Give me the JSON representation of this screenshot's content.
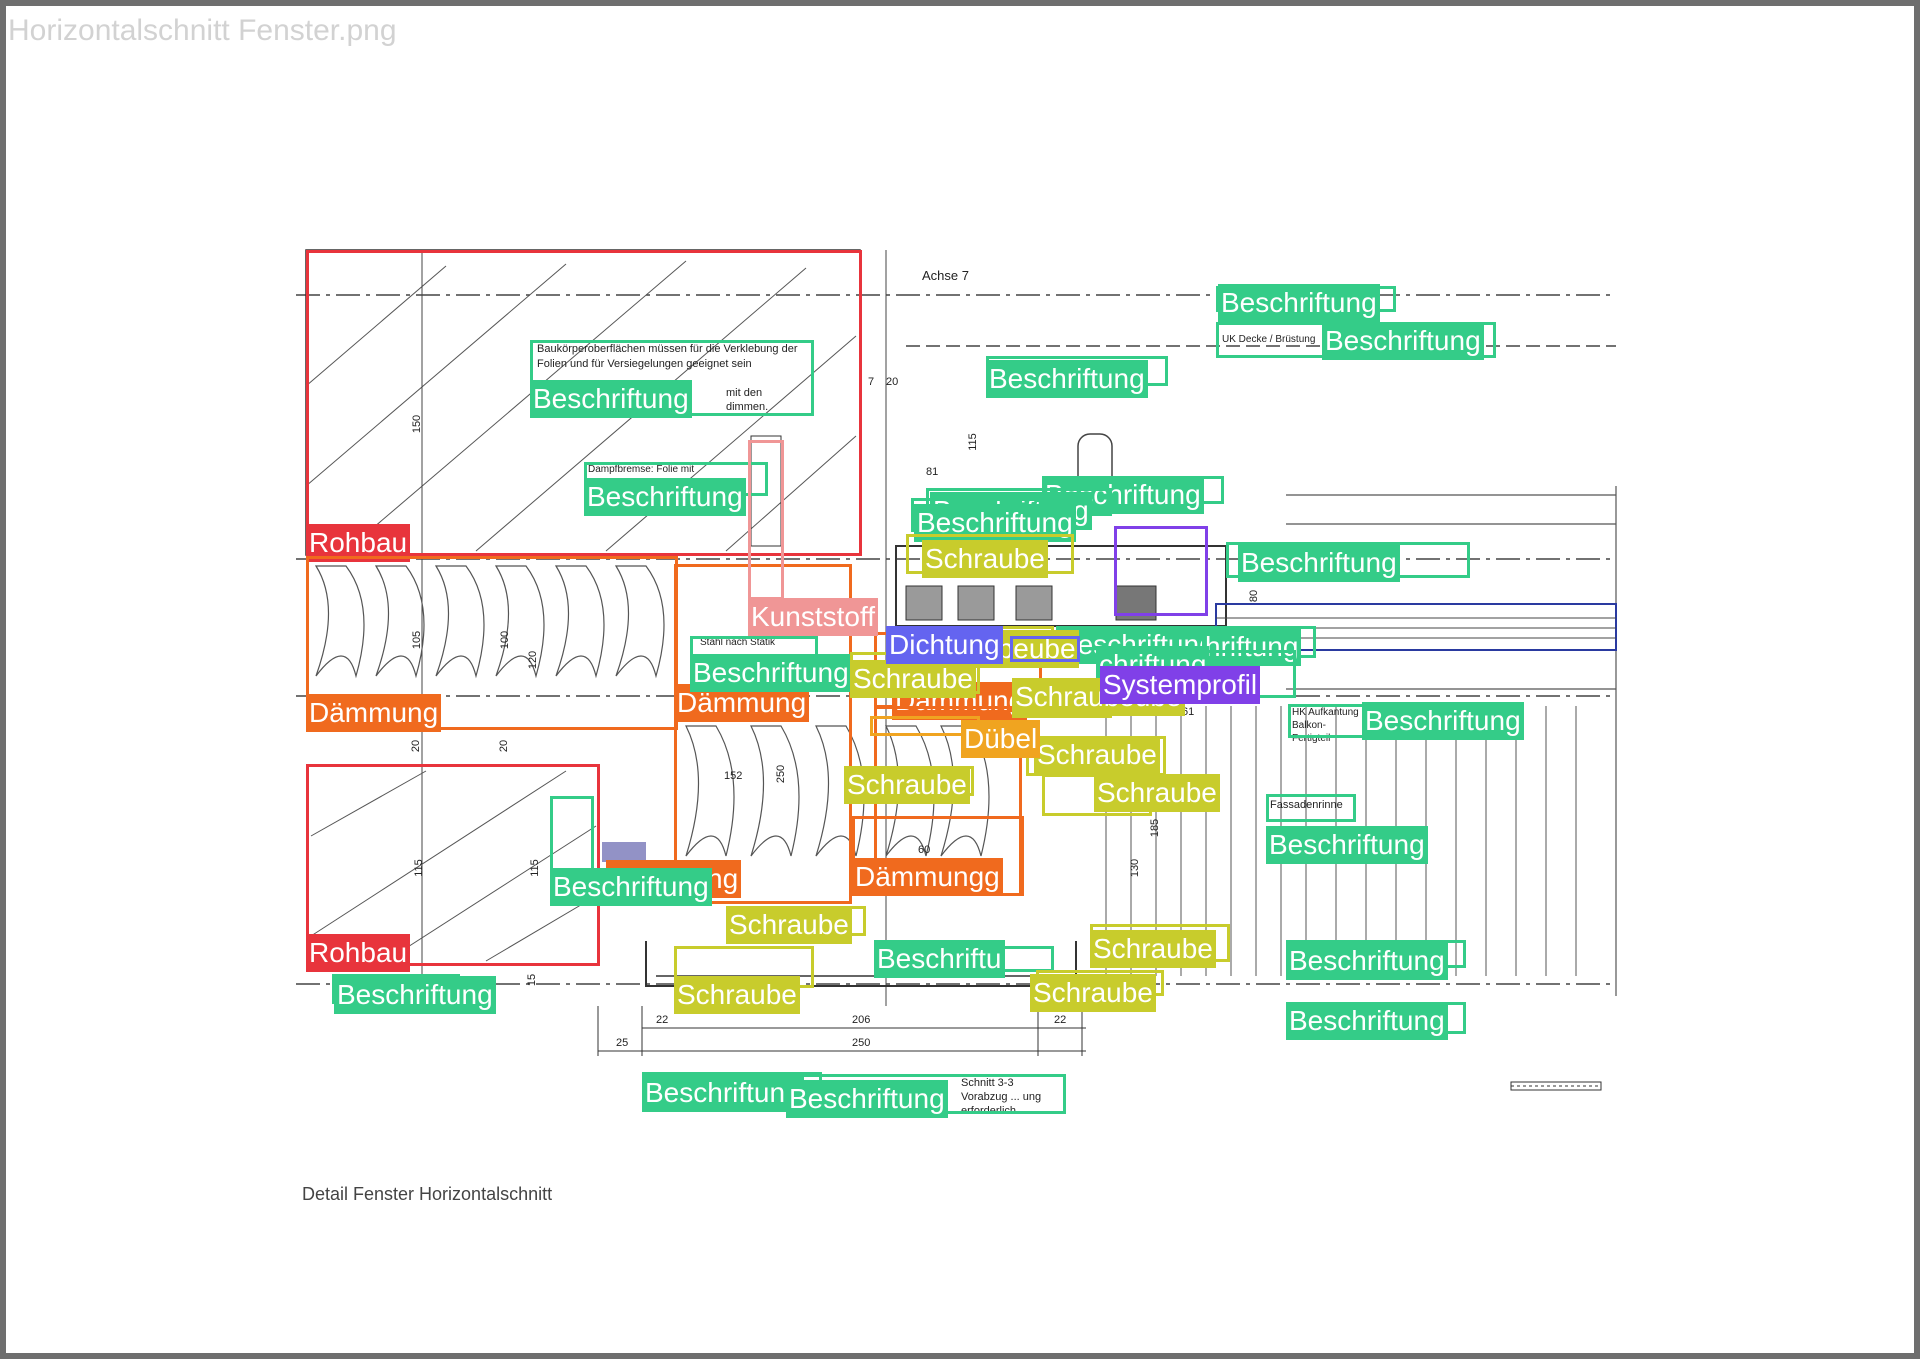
{
  "window": {
    "filename": "Horizontalschnitt Fenster.png",
    "caption": "Detail Fenster Horizontalschnitt"
  },
  "drawing_text": {
    "achse": "Achse 7",
    "note_top": "Baukörperoberflächen müssen für die Verklebung der Folien und für Versiegelungen geeignet sein",
    "note_top2": "mit den dimmen.",
    "dampfbremse": "Dampfbremse: Folie mit",
    "uk_decke": "UK Decke / Brüstung",
    "hk_aufkantung": "HK Aufkantung Balkon-Fertigteil",
    "fassadenrinne": "Fassadenrinne",
    "stahl": "Stahl nach Statik",
    "schnitt": "Schnitt 3-3 Vorabzug ... ung erforderlich",
    "dim_22a": "22",
    "dim_206": "206",
    "dim_22b": "22",
    "dim_25": "25",
    "dim_250": "250",
    "dim_7": "7",
    "dim_20": "20",
    "dim_115a": "115",
    "dim_81": "81",
    "dim_150": "150",
    "dim_105": "105",
    "dim_100": "100",
    "dim_120": "120",
    "dim_20b": "20",
    "dim_20c": "20",
    "dim_115b": "115",
    "dim_115c": "115",
    "dim_15": "15",
    "dim_152": "152",
    "dim_250b": "250",
    "dim_60": "60",
    "dim_61": "61",
    "dim_185": "185",
    "dim_130": "130",
    "dim_80": "80"
  },
  "colors": {
    "Rohbau": "#e8343c",
    "Dämmung": "#f06a1e",
    "Beschriftung": "#34cc88",
    "Schraube": "#c8cc2c",
    "Dichtung": "#6464f0",
    "Systemprofil": "#8040e8",
    "Dübel": "#f0a420",
    "Kunststoff": "#f09696"
  },
  "annotations": [
    {
      "label": "Rohbau",
      "cls": "rohbau"
    },
    {
      "label": "Rohbau",
      "cls": "rohbau"
    },
    {
      "label": "Dämmung",
      "cls": "daemmung"
    },
    {
      "label": "Dämmung",
      "cls": "daemmung"
    },
    {
      "label": "Dämmung",
      "cls": "daemmung"
    },
    {
      "label": "Dämmung",
      "cls": "daemmung"
    },
    {
      "label": "Dämmungg",
      "cls": "daemmung"
    },
    {
      "label": "Beschriftung",
      "cls": "beschr"
    },
    {
      "label": "Beschriftung",
      "cls": "beschr"
    },
    {
      "label": "Beschriftung",
      "cls": "beschr"
    },
    {
      "label": "Beschriftung",
      "cls": "beschr"
    },
    {
      "label": "Beschriftung",
      "cls": "beschr"
    },
    {
      "label": "Beschriftung",
      "cls": "beschr"
    },
    {
      "label": "Beschriftung",
      "cls": "beschr"
    },
    {
      "label": "Beschriftung",
      "cls": "beschr"
    },
    {
      "label": "Beschriftung",
      "cls": "beschr"
    },
    {
      "label": "Beschriftung",
      "cls": "beschr"
    },
    {
      "label": "Beschriftung",
      "cls": "beschr"
    },
    {
      "label": "Beschriftung",
      "cls": "beschr"
    },
    {
      "label": "Beschriftung",
      "cls": "beschr"
    },
    {
      "label": "Beschriftung",
      "cls": "beschr"
    },
    {
      "label": "Beschriftung",
      "cls": "beschr"
    },
    {
      "label": "Beschriftu",
      "cls": "beschr"
    },
    {
      "label": "Beschriftung",
      "cls": "beschr"
    },
    {
      "label": "Beschriftung",
      "cls": "beschr"
    },
    {
      "label": "Beschriftungng",
      "cls": "beschr"
    },
    {
      "label": "hriftung",
      "cls": "beschr"
    },
    {
      "label": "chriftung",
      "cls": "beschr"
    },
    {
      "label": "Beschriftung",
      "cls": "beschr"
    },
    {
      "label": "Schraube",
      "cls": "schraube"
    },
    {
      "label": "Schraubeube",
      "cls": "schraube"
    },
    {
      "label": "Schraube",
      "cls": "schraube"
    },
    {
      "label": "Schraube",
      "cls": "schraube"
    },
    {
      "label": "Schraube",
      "cls": "schraube"
    },
    {
      "label": "Schraube",
      "cls": "schraube"
    },
    {
      "label": "Schraube",
      "cls": "schraube"
    },
    {
      "label": "Schraube",
      "cls": "schraube"
    },
    {
      "label": "Schraube",
      "cls": "schraube"
    },
    {
      "label": "Schraube",
      "cls": "schraube"
    },
    {
      "label": "Schraubeube",
      "cls": "schraube"
    },
    {
      "label": "Dichtung",
      "cls": "dichtung"
    },
    {
      "label": "Systemprofil",
      "cls": "system"
    },
    {
      "label": "Dübel",
      "cls": "duebel"
    },
    {
      "label": "Kunststoff",
      "cls": "kunst"
    }
  ]
}
